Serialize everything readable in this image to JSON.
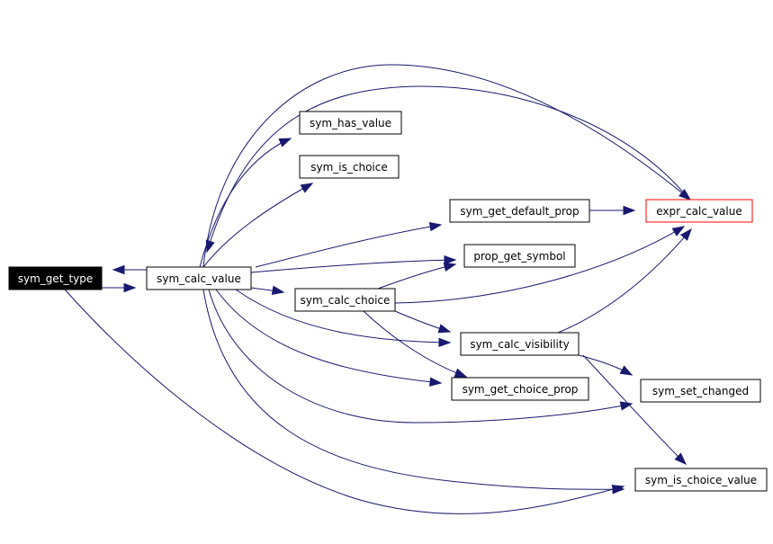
{
  "graph": {
    "nodes": [
      {
        "id": "sym_get_type",
        "label": "sym_get_type",
        "fill": "#000000",
        "text": "#ffffff",
        "stroke": "#000000"
      },
      {
        "id": "sym_calc_value",
        "label": "sym_calc_value",
        "fill": "#ffffff",
        "text": "#000000",
        "stroke": "#000000"
      },
      {
        "id": "sym_has_value",
        "label": "sym_has_value",
        "fill": "#ffffff",
        "text": "#000000",
        "stroke": "#000000"
      },
      {
        "id": "sym_is_choice",
        "label": "sym_is_choice",
        "fill": "#ffffff",
        "text": "#000000",
        "stroke": "#000000"
      },
      {
        "id": "sym_get_default_prop",
        "label": "sym_get_default_prop",
        "fill": "#ffffff",
        "text": "#000000",
        "stroke": "#000000"
      },
      {
        "id": "expr_calc_value",
        "label": "expr_calc_value",
        "fill": "#ffffff",
        "text": "#000000",
        "stroke": "#ff0000"
      },
      {
        "id": "prop_get_symbol",
        "label": "prop_get_symbol",
        "fill": "#ffffff",
        "text": "#000000",
        "stroke": "#000000"
      },
      {
        "id": "sym_calc_choice",
        "label": "sym_calc_choice",
        "fill": "#ffffff",
        "text": "#000000",
        "stroke": "#000000"
      },
      {
        "id": "sym_calc_visibility",
        "label": "sym_calc_visibility",
        "fill": "#ffffff",
        "text": "#000000",
        "stroke": "#000000"
      },
      {
        "id": "sym_get_choice_prop",
        "label": "sym_get_choice_prop",
        "fill": "#ffffff",
        "text": "#000000",
        "stroke": "#000000"
      },
      {
        "id": "sym_set_changed",
        "label": "sym_set_changed",
        "fill": "#ffffff",
        "text": "#000000",
        "stroke": "#000000"
      },
      {
        "id": "sym_is_choice_value",
        "label": "sym_is_choice_value",
        "fill": "#ffffff",
        "text": "#000000",
        "stroke": "#000000"
      }
    ],
    "edges": [
      {
        "from": "sym_get_type",
        "to": "sym_calc_value"
      },
      {
        "from": "sym_calc_value",
        "to": "sym_get_type"
      },
      {
        "from": "sym_get_type",
        "to": "sym_is_choice_value"
      },
      {
        "from": "sym_calc_value",
        "to": "sym_has_value"
      },
      {
        "from": "sym_calc_value",
        "to": "sym_is_choice"
      },
      {
        "from": "sym_calc_value",
        "to": "sym_get_default_prop"
      },
      {
        "from": "sym_calc_value",
        "to": "expr_calc_value"
      },
      {
        "from": "sym_calc_value",
        "to": "prop_get_symbol"
      },
      {
        "from": "sym_calc_value",
        "to": "sym_calc_choice"
      },
      {
        "from": "sym_calc_value",
        "to": "sym_calc_visibility"
      },
      {
        "from": "sym_calc_value",
        "to": "sym_get_choice_prop"
      },
      {
        "from": "sym_calc_value",
        "to": "sym_set_changed"
      },
      {
        "from": "sym_calc_value",
        "to": "sym_is_choice_value"
      },
      {
        "from": "sym_get_default_prop",
        "to": "expr_calc_value"
      },
      {
        "from": "expr_calc_value",
        "to": "sym_calc_value"
      },
      {
        "from": "sym_calc_choice",
        "to": "prop_get_symbol"
      },
      {
        "from": "sym_calc_choice",
        "to": "expr_calc_value"
      },
      {
        "from": "sym_calc_choice",
        "to": "sym_calc_visibility"
      },
      {
        "from": "sym_calc_choice",
        "to": "sym_get_choice_prop"
      },
      {
        "from": "sym_calc_visibility",
        "to": "expr_calc_value"
      },
      {
        "from": "sym_calc_visibility",
        "to": "sym_set_changed"
      },
      {
        "from": "sym_calc_visibility",
        "to": "sym_is_choice_value"
      }
    ]
  }
}
